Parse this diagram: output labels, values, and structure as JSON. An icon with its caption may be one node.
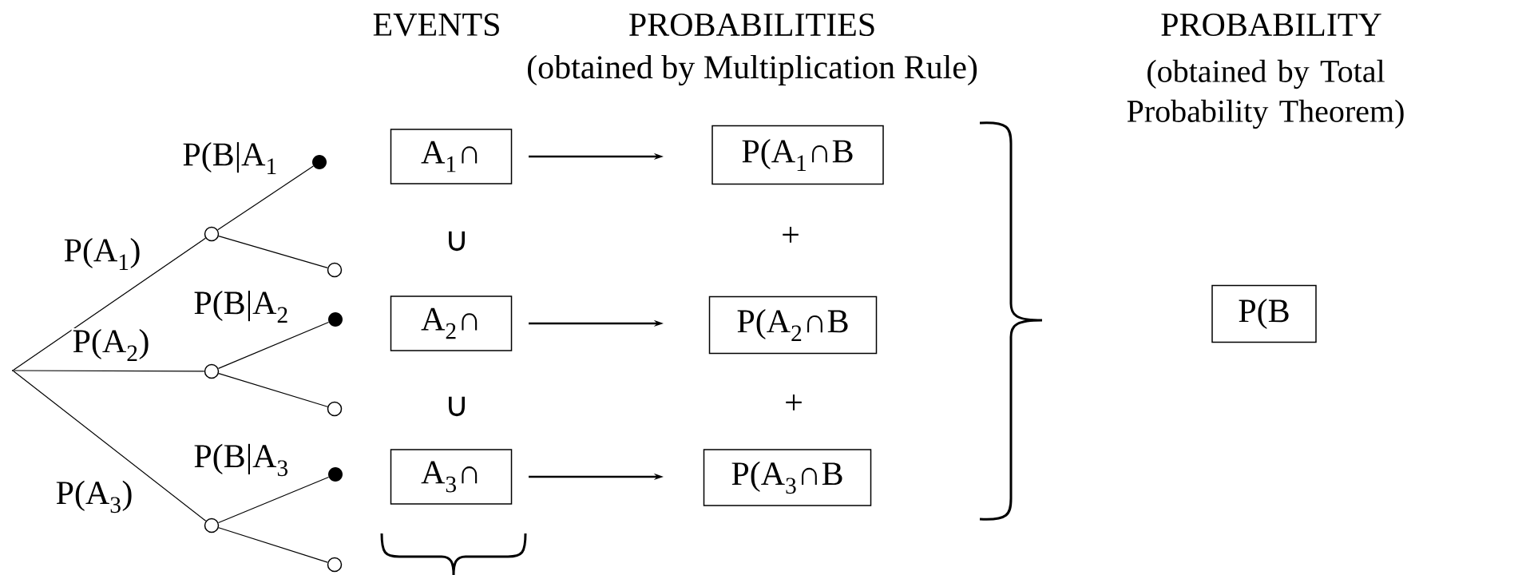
{
  "diagram": {
    "nodes": [
      {
        "text": [],
        "shape": "point"
      },
      {
        "text": [],
        "shape": "circle"
      },
      {
        "text": [],
        "shape": "dot"
      },
      {
        "text": [],
        "shape": "circle"
      },
      {
        "text": [],
        "shape": "circle"
      },
      {
        "text": [],
        "shape": "dot"
      },
      {
        "text": [],
        "shape": "circle"
      },
      {
        "text": [],
        "shape": "circle"
      },
      {
        "text": [],
        "shape": "dot"
      },
      {
        "text": [],
        "shape": "circle"
      },
      {
        "text": [
          "A$_{1}$∩"
        ]
      },
      {
        "text": [
          "A$_{2}$∩"
        ]
      },
      {
        "text": [
          "A$_{3}$∩"
        ]
      },
      {
        "text": [
          "P(A$_{1}$∩B"
        ]
      },
      {
        "text": [
          "P(A$_{2}$∩B"
        ]
      },
      {
        "text": [
          "P(A$_{3}$∩B"
        ]
      },
      {
        "text": [
          "P(B"
        ]
      }
    ],
    "edges": [
      {
        "from": 0,
        "to": 1,
        "arrow": "none",
        "label": "P(A$_{1}$)"
      },
      {
        "from": 0,
        "to": 4,
        "arrow": "none",
        "label": "P(A$_{2}$)"
      },
      {
        "from": 0,
        "to": 7,
        "arrow": "none",
        "label": "P(A$_{3}$)"
      },
      {
        "from": 1,
        "to": 2,
        "arrow": "none",
        "label": "P(B|A$_{1}$"
      },
      {
        "from": 1,
        "to": 3,
        "arrow": "none"
      },
      {
        "from": 4,
        "to": 5,
        "arrow": "none",
        "label": "P(B|A$_{2}$"
      },
      {
        "from": 4,
        "to": 6,
        "arrow": "none"
      },
      {
        "from": 7,
        "to": 8,
        "arrow": "none",
        "label": "P(B|A$_{3}$"
      },
      {
        "from": 7,
        "to": 9,
        "arrow": "none"
      },
      {
        "from": 10,
        "to": 13,
        "arrow": "to"
      },
      {
        "from": 11,
        "to": 14,
        "arrow": "to"
      },
      {
        "from": 12,
        "to": 15,
        "arrow": "to"
      }
    ],
    "labels": [
      "EVENTS",
      "PROBABILITIES",
      "(obtained by Multiplication Rule)",
      "PROBABILITY",
      "(obtained by Total Probability Theorem)",
      "∪",
      "+",
      "∪",
      "+"
    ]
  }
}
